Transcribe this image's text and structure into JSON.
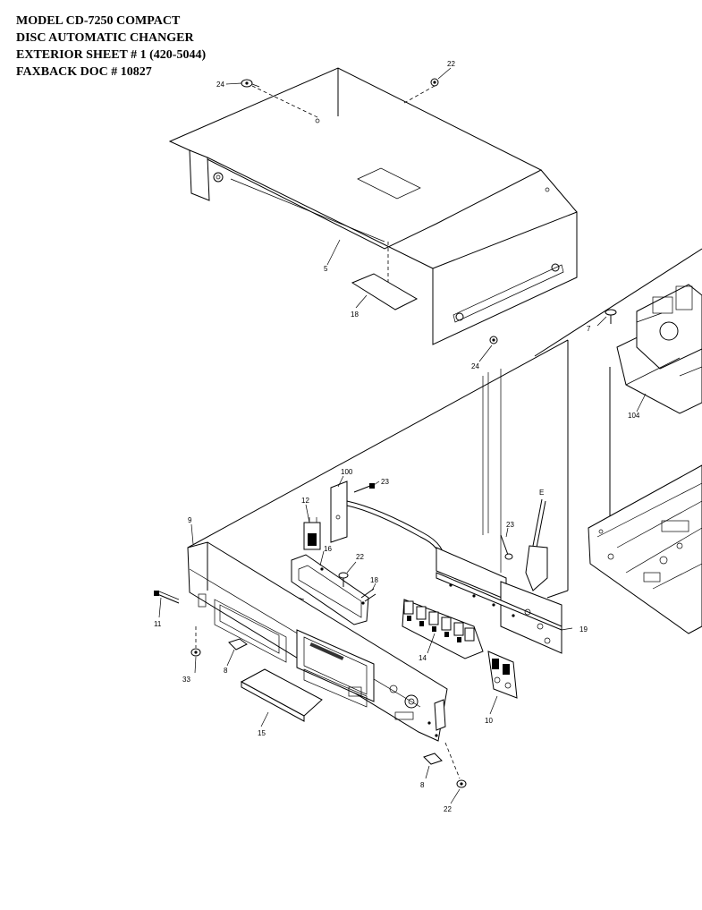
{
  "title": {
    "lines": [
      "MODEL CD-7250 COMPACT",
      "DISC AUTOMATIC CHANGER",
      "EXTERIOR SHEET # 1 (420-5044)",
      "FAXBACK DOC # 10827"
    ]
  },
  "callouts": {
    "c22a": "22",
    "c24a": "24",
    "c5": "5",
    "c18a": "18",
    "c24b": "24",
    "c7": "7",
    "c104": "104",
    "c100": "100",
    "c23a": "23",
    "c12": "12",
    "c9": "9",
    "c16": "16",
    "c22b": "22",
    "c18b": "18",
    "c23b": "23",
    "cE": "E",
    "c11": "11",
    "c33": "33",
    "c8a": "8",
    "c14": "14",
    "c19": "19",
    "c15": "15",
    "c10": "10",
    "c8b": "8",
    "c22c": "22"
  }
}
